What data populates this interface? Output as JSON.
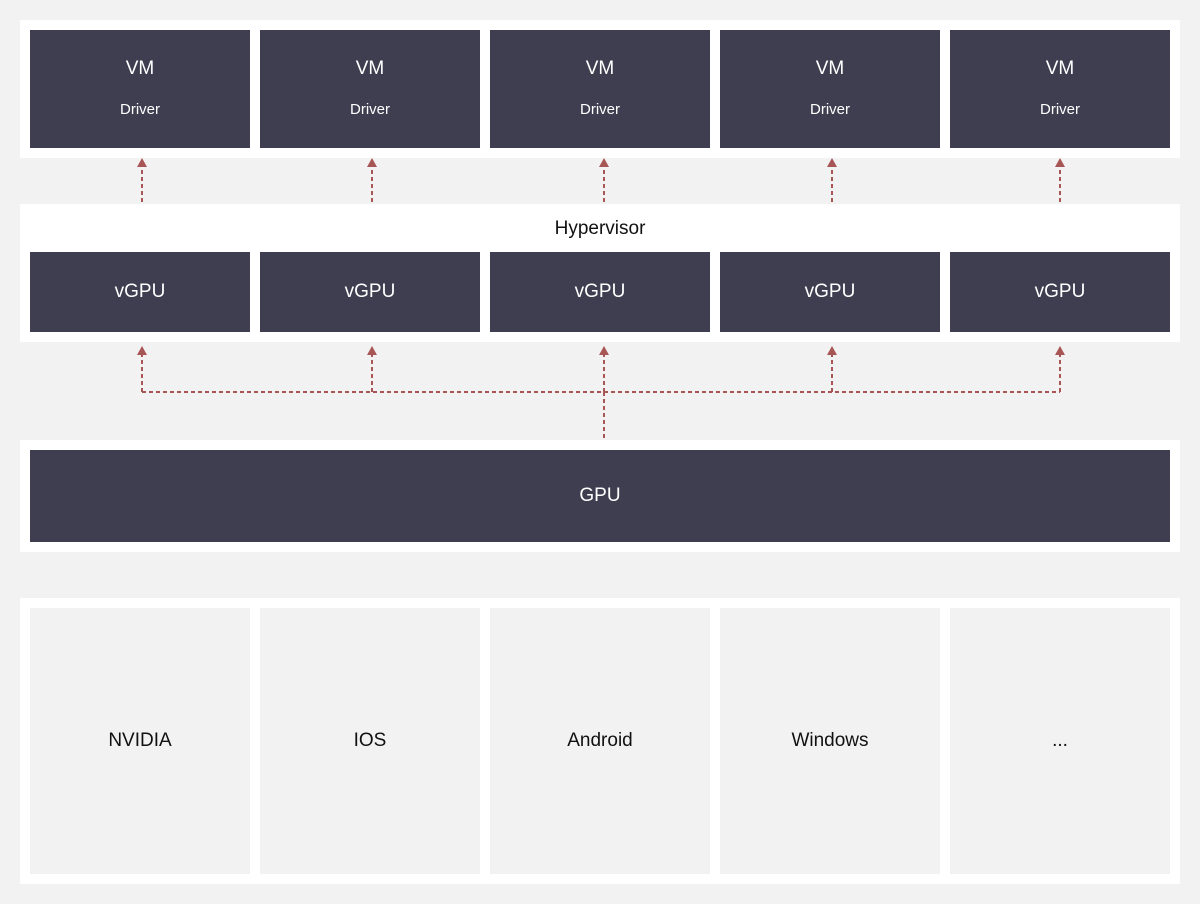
{
  "vms": [
    {
      "title": "VM",
      "subtitle": "Driver"
    },
    {
      "title": "VM",
      "subtitle": "Driver"
    },
    {
      "title": "VM",
      "subtitle": "Driver"
    },
    {
      "title": "VM",
      "subtitle": "Driver"
    },
    {
      "title": "VM",
      "subtitle": "Driver"
    }
  ],
  "hypervisor": {
    "label": "Hypervisor",
    "vgpus": [
      "vGPU",
      "vGPU",
      "vGPU",
      "vGPU",
      "vGPU"
    ]
  },
  "gpu": {
    "label": "GPU"
  },
  "platforms": [
    "NVIDIA",
    "IOS",
    "Android",
    "Windows",
    "..."
  ],
  "colors": {
    "box": "#3e3e50",
    "arrow": "#a85555",
    "panel": "#ffffff",
    "background": "#f2f2f2"
  }
}
